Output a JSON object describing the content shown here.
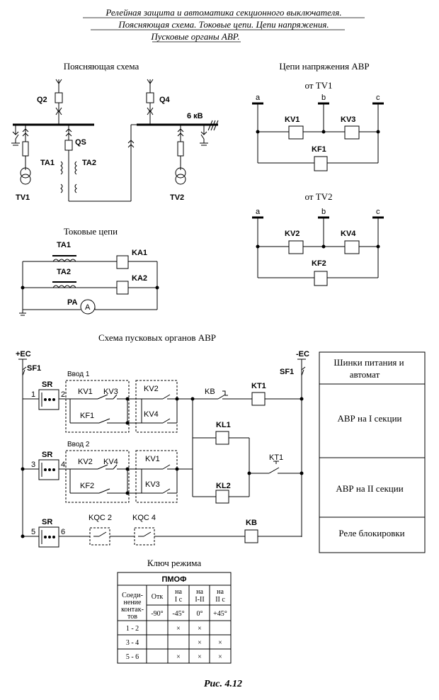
{
  "header": {
    "line1": "Релейная защита и автоматика секционного выключателя.",
    "line2": "Поясняющая схема. Токовые цепи. Цепи напряжения.",
    "line3": "Пусковые органы АВР."
  },
  "titles": {
    "explanatory": "Поясняющая схема",
    "voltage": "Цепи напряжения АВР",
    "current": "Токовые цепи",
    "start": "Схема пусковых органов АВР",
    "mode_key": "Ключ режима"
  },
  "explanatory": {
    "q2": "Q2",
    "q4": "Q4",
    "qs": "QS",
    "voltage": "6 кВ",
    "ta1": "TA1",
    "ta2": "TA2",
    "tv1": "TV1",
    "tv2": "TV2"
  },
  "voltage_circuits": {
    "from_tv1": "от TV1",
    "from_tv2": "от TV2",
    "phase_a": "a",
    "phase_b": "b",
    "phase_c": "c",
    "kv1": "KV1",
    "kv3": "KV3",
    "kf1": "KF1",
    "kv2": "KV2",
    "kv4": "KV4",
    "kf2": "KF2"
  },
  "current_circuits": {
    "ta1": "TA1",
    "ta2": "TA2",
    "ka1": "KA1",
    "ka2": "KA2",
    "pa": "PA",
    "ammeter": "A"
  },
  "start_scheme": {
    "plus_ec": "+EC",
    "minus_ec": "-EC",
    "sf1_left": "SF1",
    "sf1_right": "SF1",
    "sr": "SR",
    "n1": "1",
    "n2": "2",
    "n3": "3",
    "n4": "4",
    "n5": "5",
    "n6": "6",
    "input1": "Ввод 1",
    "input2": "Ввод 2",
    "kv1": "KV1",
    "kv3": "KV3",
    "kf1": "KF1",
    "kv2": "KV2",
    "kv4": "KV4",
    "kv2b": "KV2",
    "kv4b": "KV4",
    "kf2": "KF2",
    "kv1b": "KV1",
    "kv3b": "KV3",
    "kb_contact": "KB",
    "kt1": "KT1",
    "kl1": "KL1",
    "kl2": "KL2",
    "kt1_contact": "KT1",
    "kqc2": "KQC 2",
    "kqc4": "KQC 4",
    "kb_coil": "KB"
  },
  "sections": [
    {
      "label": "Шинки питания и автомат"
    },
    {
      "label": "АВР на I секции"
    },
    {
      "label": "АВР на II секции"
    },
    {
      "label": "Реле блокировки"
    }
  ],
  "mode_table": {
    "header": "ПМОФ",
    "row_header": "Соеди-нение контак-тов",
    "columns": [
      "Отк",
      "на I с",
      "на I-II",
      "на II с"
    ],
    "angles": [
      "-90°",
      "-45°",
      "0°",
      "+45°"
    ],
    "rows": [
      {
        "contacts": "1 - 2",
        "marks": [
          "",
          "×",
          "×",
          ""
        ]
      },
      {
        "contacts": "3 - 4",
        "marks": [
          "",
          "",
          "×",
          "×"
        ]
      },
      {
        "contacts": "5 - 6",
        "marks": [
          "",
          "×",
          "×",
          "×"
        ]
      }
    ]
  },
  "caption": "Рис. 4.12"
}
